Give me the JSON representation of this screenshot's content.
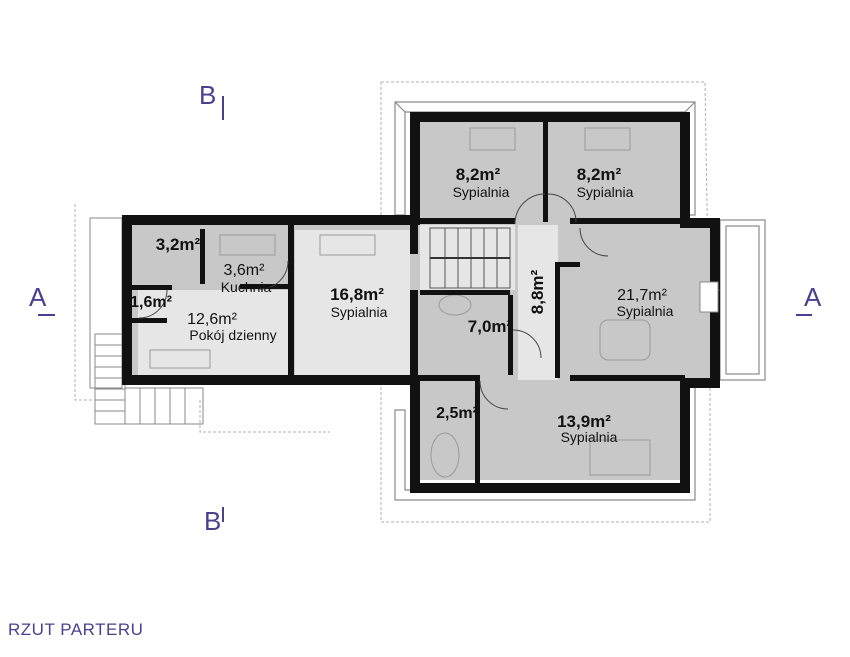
{
  "title": "RZUT  PARTERU",
  "section_markers": {
    "a_left": "A",
    "a_right": "A",
    "b_top": "B",
    "b_bottom": "B"
  },
  "rooms": {
    "bed_nw": {
      "area": "8,2m²",
      "name": "Sypialnia"
    },
    "bed_ne": {
      "area": "8,2m²",
      "name": "Sypialnia"
    },
    "bed_e": {
      "area": "21,7m²",
      "name": "Sypialnia"
    },
    "bed_mid": {
      "area": "16,8m²",
      "name": "Sypialnia"
    },
    "bed_s": {
      "area": "13,9m²",
      "name": "Sypialnia"
    },
    "kitchen": {
      "area": "3,6m²",
      "name": "Kuchnia"
    },
    "living": {
      "area": "12,6m²",
      "name": "Pokój dzienny"
    },
    "bath_a": {
      "area": "3,2m²"
    },
    "wc": {
      "area": "1,6m²"
    },
    "hall": {
      "area": "8,8m²"
    },
    "bath_b": {
      "area": "7,0m²"
    },
    "bath_c": {
      "area": "2,5m²"
    }
  },
  "colors": {
    "wall": "#111111",
    "floor": "#c8c8c8",
    "floor_light": "#e6e6e6",
    "outline": "#9a9a9a",
    "section_marker": "#4b3f8f"
  }
}
